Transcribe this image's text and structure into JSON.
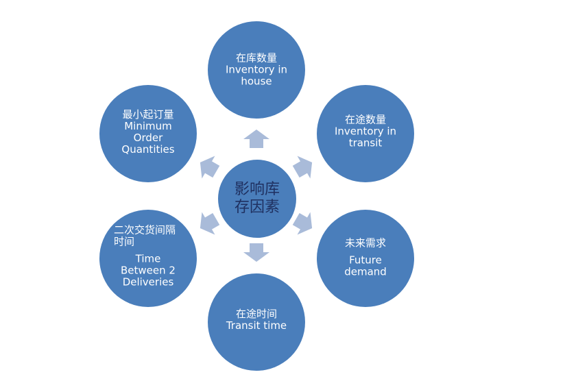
{
  "center": {
    "line1": "影响库",
    "line2": "存因素"
  },
  "nodes": [
    {
      "cn": "在库数量",
      "en": "Inventory in house"
    },
    {
      "cn": "在途数量",
      "en": "Inventory in transit"
    },
    {
      "cn": "未来需求",
      "en": "Future demand"
    },
    {
      "cn": "在途时间",
      "en": "Transit time"
    },
    {
      "cn": "二次交货间隔时间",
      "en": "Time Between 2 Deliveries"
    },
    {
      "cn": "最小起订量",
      "en": "Minimum Order Quantities"
    }
  ],
  "colors": {
    "circle": "#4a7ebb",
    "arrow": "#a9bbd9",
    "center_text": "#1f3060"
  }
}
